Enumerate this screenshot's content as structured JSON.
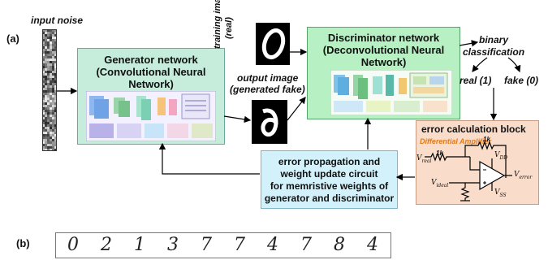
{
  "panel_a_label": "(a)",
  "panel_b_label": "(b)",
  "input_noise_label": "input noise",
  "training_image_label_line1": "training image",
  "training_image_label_line2": "(real)",
  "output_image_label_line1": "output image",
  "output_image_label_line2": "(generated fake)",
  "generator": {
    "title_line1": "Generator network",
    "title_line2": "(Convolutional Neural",
    "title_line3": "Network)"
  },
  "discriminator": {
    "title_line1": "Discriminator network",
    "title_line2": "(Deconvolutional Neural",
    "title_line3": "Network)"
  },
  "binary_classification_line1": "binary",
  "binary_classification_line2": "classification",
  "real_label": "real (1)",
  "fake_label": "fake (0)",
  "error_calc": {
    "title": "error calculation block",
    "amp_label": "Differential Amplifier",
    "r1": "1k",
    "r2": "1k",
    "vreal": "V",
    "vreal_sub": "real",
    "videal": "V",
    "videal_sub": "ideal",
    "vdd": "V",
    "vdd_sub": "DD",
    "vss": "V",
    "vss_sub": "SS",
    "verror": "V",
    "verror_sub": "error"
  },
  "update_circuit": {
    "line1": "error propagation and",
    "line2": "weight update circuit",
    "line3": "for memristive weights of",
    "line4": "generator and discriminator"
  },
  "digits": [
    "0",
    "2",
    "1",
    "3",
    "7",
    "7",
    "4",
    "7",
    "8",
    "4"
  ],
  "colors": {
    "generator_fill": "#c6ecdc",
    "discriminator_fill": "#b7f0c2",
    "error_fill": "#f9dcc9",
    "update_fill": "#d2f1fb",
    "amp_label_color": "#e07a1f"
  }
}
